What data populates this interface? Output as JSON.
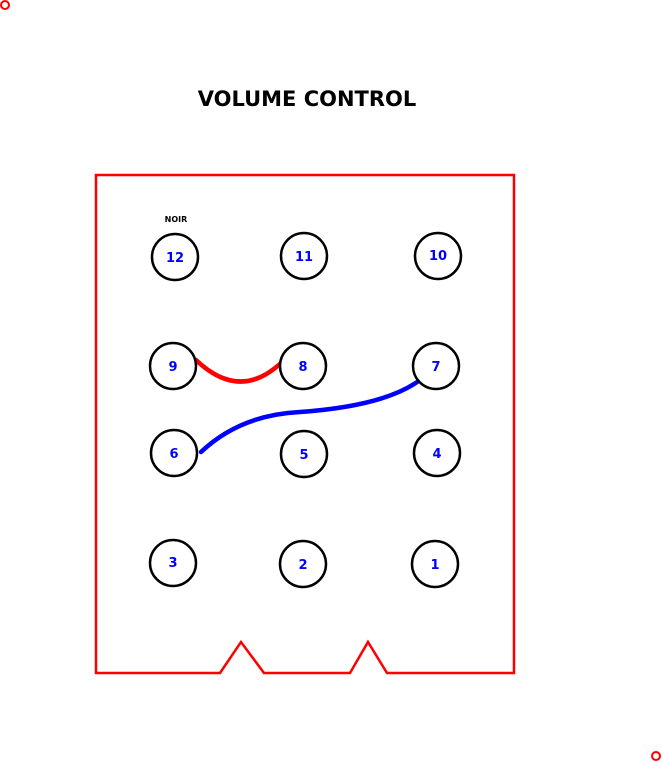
{
  "title": "VOLUME CONTROL",
  "wire_label": "NOIR",
  "colors": {
    "frame": "#ff0000",
    "pin_ring": "#000000",
    "pin_number": "#0000ff",
    "red_wire": "#ff0000",
    "blue_wire": "#0000ff"
  },
  "pins": [
    {
      "number": "12"
    },
    {
      "number": "11"
    },
    {
      "number": "10"
    },
    {
      "number": "9"
    },
    {
      "number": "8"
    },
    {
      "number": "7"
    },
    {
      "number": "6"
    },
    {
      "number": "5"
    },
    {
      "number": "4"
    },
    {
      "number": "3"
    },
    {
      "number": "2"
    },
    {
      "number": "1"
    }
  ],
  "connections": [
    {
      "from": "9",
      "to": "8",
      "color": "red"
    },
    {
      "from": "6",
      "to": "7",
      "color": "blue"
    }
  ]
}
